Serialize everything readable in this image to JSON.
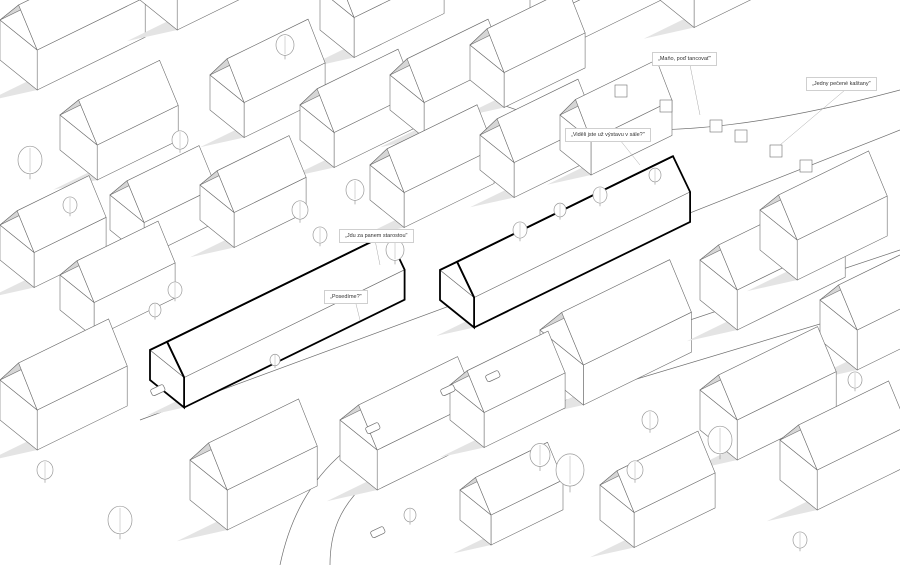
{
  "drawing": {
    "colors": {
      "background": "#ffffff",
      "shade": "#d6d6d6",
      "shadow": "#e4e4e4",
      "line": "#6e6e6e",
      "highlight": "#000000",
      "tree": "#9a9a9a"
    }
  },
  "speech_bubbles": [
    {
      "id": "dance",
      "text": "„Maňo, poď tancovať\""
    },
    {
      "id": "chestnuts",
      "text": "„Jedny pečené kaštany\""
    },
    {
      "id": "exhibition",
      "text": "„Viděli jste už výstavu v sále?\""
    },
    {
      "id": "mayor",
      "text": "„Jdu za panem starostou\""
    },
    {
      "id": "sit",
      "text": "„Posedíme?\""
    }
  ]
}
